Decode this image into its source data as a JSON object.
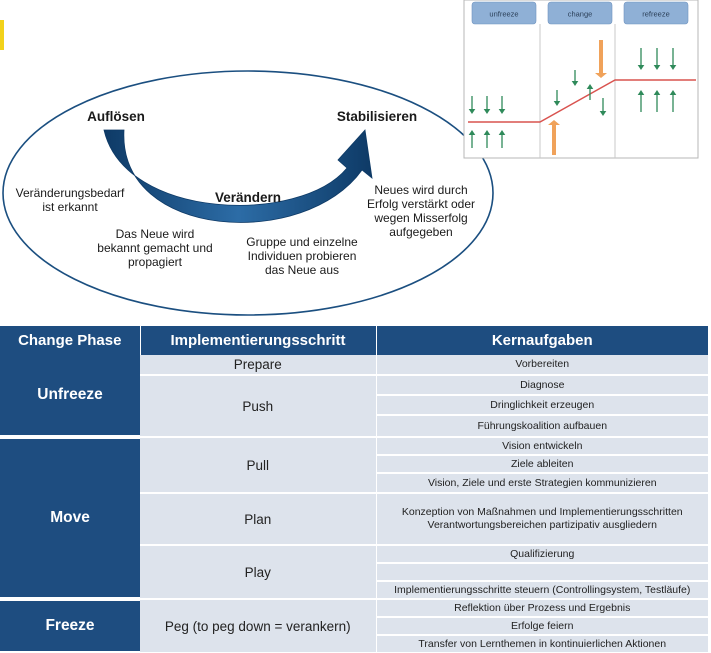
{
  "diagram": {
    "phases": {
      "aufloesen": "Auflösen",
      "veraendern": "Verändern",
      "stabilisieren": "Stabilisieren"
    },
    "descriptions": {
      "need": [
        "Veränderungsbedarf",
        "ist erkannt"
      ],
      "new_known": [
        "Das Neue wird",
        "bekannt gemacht und",
        "propagiert"
      ],
      "group": [
        "Gruppe und einzelne",
        "Individuen probieren",
        "das Neue aus"
      ],
      "success": [
        "Neues wird durch",
        "Erfolg verstärkt oder",
        "wegen Misserfolg",
        "aufgegeben"
      ]
    },
    "colors": {
      "arrow": "#1b4f80",
      "ellipse": "#1b4f80"
    }
  },
  "lewin_model": {
    "stages": [
      "unfreeze",
      "change",
      "refreeze"
    ],
    "colors": {
      "stage_box": "#8fb0d6",
      "line": "#d9534f",
      "green_arrow": "#2f8a5a",
      "orange_arrow": "#f0a25a"
    }
  },
  "table": {
    "headers": [
      "Change Phase",
      "Implementierungsschritt",
      "Kernaufgaben"
    ],
    "colors": {
      "header": "#1e4d80",
      "row": "#dde3ec"
    },
    "rows": {
      "unfreeze": {
        "phase": "Unfreeze",
        "steps": [
          {
            "name": "Prepare",
            "tasks": [
              "Vorbereiten"
            ]
          },
          {
            "name": "Push",
            "tasks": [
              "Diagnose",
              "Dringlichkeit erzeugen",
              "Führungskoalition aufbauen"
            ]
          }
        ]
      },
      "move": {
        "phase": "Move",
        "steps": [
          {
            "name": "Pull",
            "tasks": [
              "Vision entwickeln",
              "Ziele ableiten",
              "Vision, Ziele und erste Strategien kommunizieren"
            ]
          },
          {
            "name": "Plan",
            "tasks": [
              "Konzeption von Maßnahmen und Implementierungsschritten",
              "Verantwortungsbereichen partizipativ ausgliedern"
            ]
          },
          {
            "name": "Play",
            "tasks": [
              "Qualifizierung",
              "Implementierungsschritte steuern (Controllingsystem, Testläufe)"
            ]
          }
        ]
      },
      "freeze": {
        "phase": "Freeze",
        "steps": [
          {
            "name": "Peg (to peg down = verankern)",
            "tasks": [
              "Reflektion über Prozess und Ergebnis",
              "Erfolge feiern",
              "Transfer von Lernthemen in kontinuierlichen Aktionen"
            ]
          }
        ]
      }
    }
  }
}
